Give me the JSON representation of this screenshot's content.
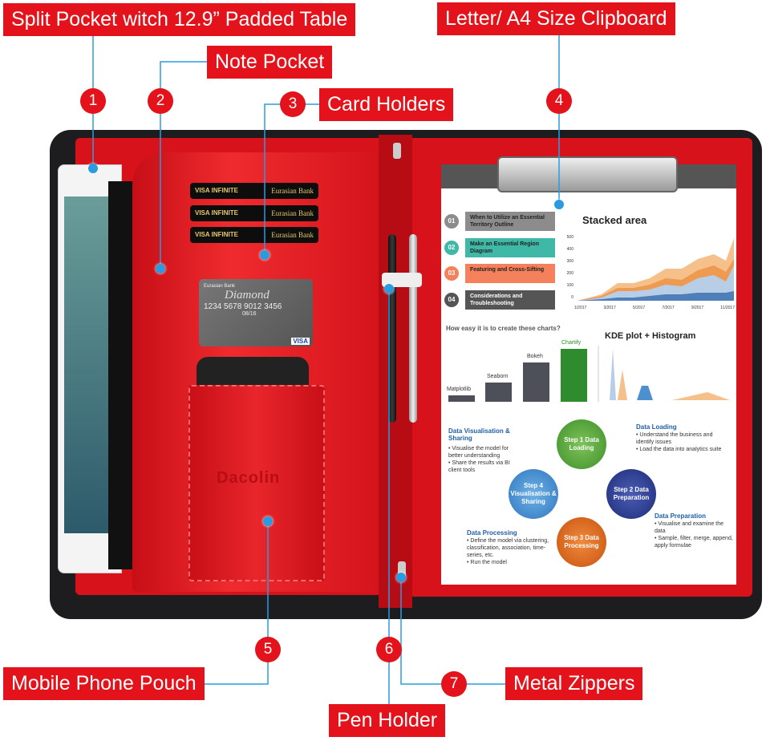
{
  "labels": {
    "split_pocket": "Split Pocket witch 12.9” Padded Table",
    "clipboard": "Letter/ A4 Size Clipboard",
    "note_pocket": "Note Pocket",
    "card_holders": "Card Holders",
    "phone_pouch": "Mobile Phone Pouch",
    "metal_zippers": "Metal Zippers",
    "pen_holder": "Pen Holder"
  },
  "callouts": [
    "1",
    "2",
    "3",
    "4",
    "5",
    "6",
    "7"
  ],
  "colors": {
    "label_red": "#e3121b",
    "leather_red": "#d8121b",
    "callout_blue": "#2b9be0"
  },
  "cards": {
    "card_brand": "VISA INFINITE",
    "bank": "Eurasian Bank",
    "diamond": "Diamond",
    "number": "1234 5678 9012 3456",
    "expiry": "08/16",
    "network": "VISA"
  },
  "brand": "Dacolin",
  "paper": {
    "steps": [
      {
        "num": "01",
        "text": "When to Utilize an Essential Territory Outline",
        "color": "#8c8c8c"
      },
      {
        "num": "02",
        "text": "Make an Essential Region Diagram",
        "color": "#3fb8a8"
      },
      {
        "num": "03",
        "text": "Featuring and Cross-Sifting",
        "color": "#f4815b"
      },
      {
        "num": "04",
        "text": "Considerations and Troubleshooting",
        "color": "#555555"
      }
    ],
    "stacked_title": "Stacked area",
    "stacked_y": [
      "500",
      "400",
      "300",
      "200",
      "100",
      "0"
    ],
    "stacked_x": [
      "1/2017",
      "3/2017",
      "5/2017",
      "7/2017",
      "9/2017",
      "11/2017"
    ],
    "bar_question": "How easy it is to create these charts?",
    "bars": [
      "Matplotlib",
      "Seaborn",
      "Bokeh",
      "Chartify"
    ],
    "kde_title": "KDE plot + Histogram",
    "cycle": {
      "step1": "Step 1 Data Loading",
      "step2": "Step 2 Data Preparation",
      "step3": "Step 3 Data Processing",
      "step4": "Step 4 Visualisation & Sharing",
      "loading_title": "Data Loading",
      "loading_items": [
        "Understand the business and identify issues",
        "Load the data into analytics suite"
      ],
      "prep_title": "Data Preparation",
      "prep_items": [
        "Visualise and examine the data",
        "Sample, filter, merge, append, apply formulae"
      ],
      "proc_title": "Data Processing",
      "proc_items": [
        "Define the model via clustering, classification, association, time-series, etc.",
        "Run the model"
      ],
      "vis_title": "Data Visualisation & Sharing",
      "vis_items": [
        "Visualise the model for better understanding",
        "Share the results via BI client tools"
      ]
    }
  }
}
